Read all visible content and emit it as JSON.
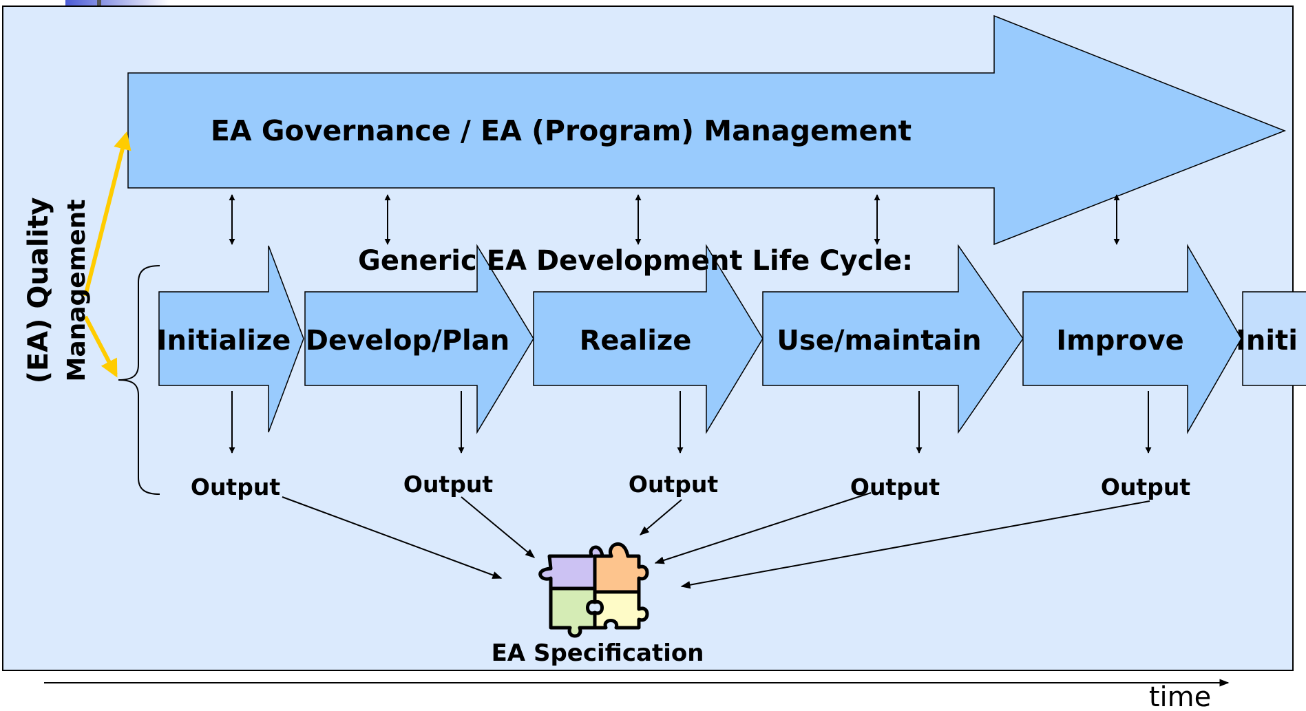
{
  "governance": {
    "label": "EA Governance / EA (Program) Management"
  },
  "lifecycle": {
    "title": "Generic EA Development Life Cycle:",
    "phases": [
      {
        "label": "Initialize"
      },
      {
        "label": "Develop/Plan"
      },
      {
        "label": "Realize"
      },
      {
        "label": "Use/maintain"
      },
      {
        "label": "Improve"
      },
      {
        "label": "Initi"
      }
    ],
    "outputs": [
      {
        "label": "Output"
      },
      {
        "label": "Output"
      },
      {
        "label": "Output"
      },
      {
        "label": "Output"
      },
      {
        "label": "Output"
      }
    ]
  },
  "quality": {
    "line1": "(EA) Quality",
    "line2": "Management"
  },
  "specification": {
    "label": "EA Specification"
  },
  "timeline": {
    "label": "time"
  },
  "colors": {
    "background_panel": "#dbeafd",
    "arrow_fill": "#99cbfd",
    "faded_arrow_fill": "#c3defd",
    "quality_arrow": "#ffcc00",
    "puzzle_purple": "#ccc2f3",
    "puzzle_orange": "#fdc48d",
    "puzzle_green": "#d5ecb5",
    "puzzle_yellow": "#fefbc7",
    "corner_accent": "#4a5bd6"
  }
}
